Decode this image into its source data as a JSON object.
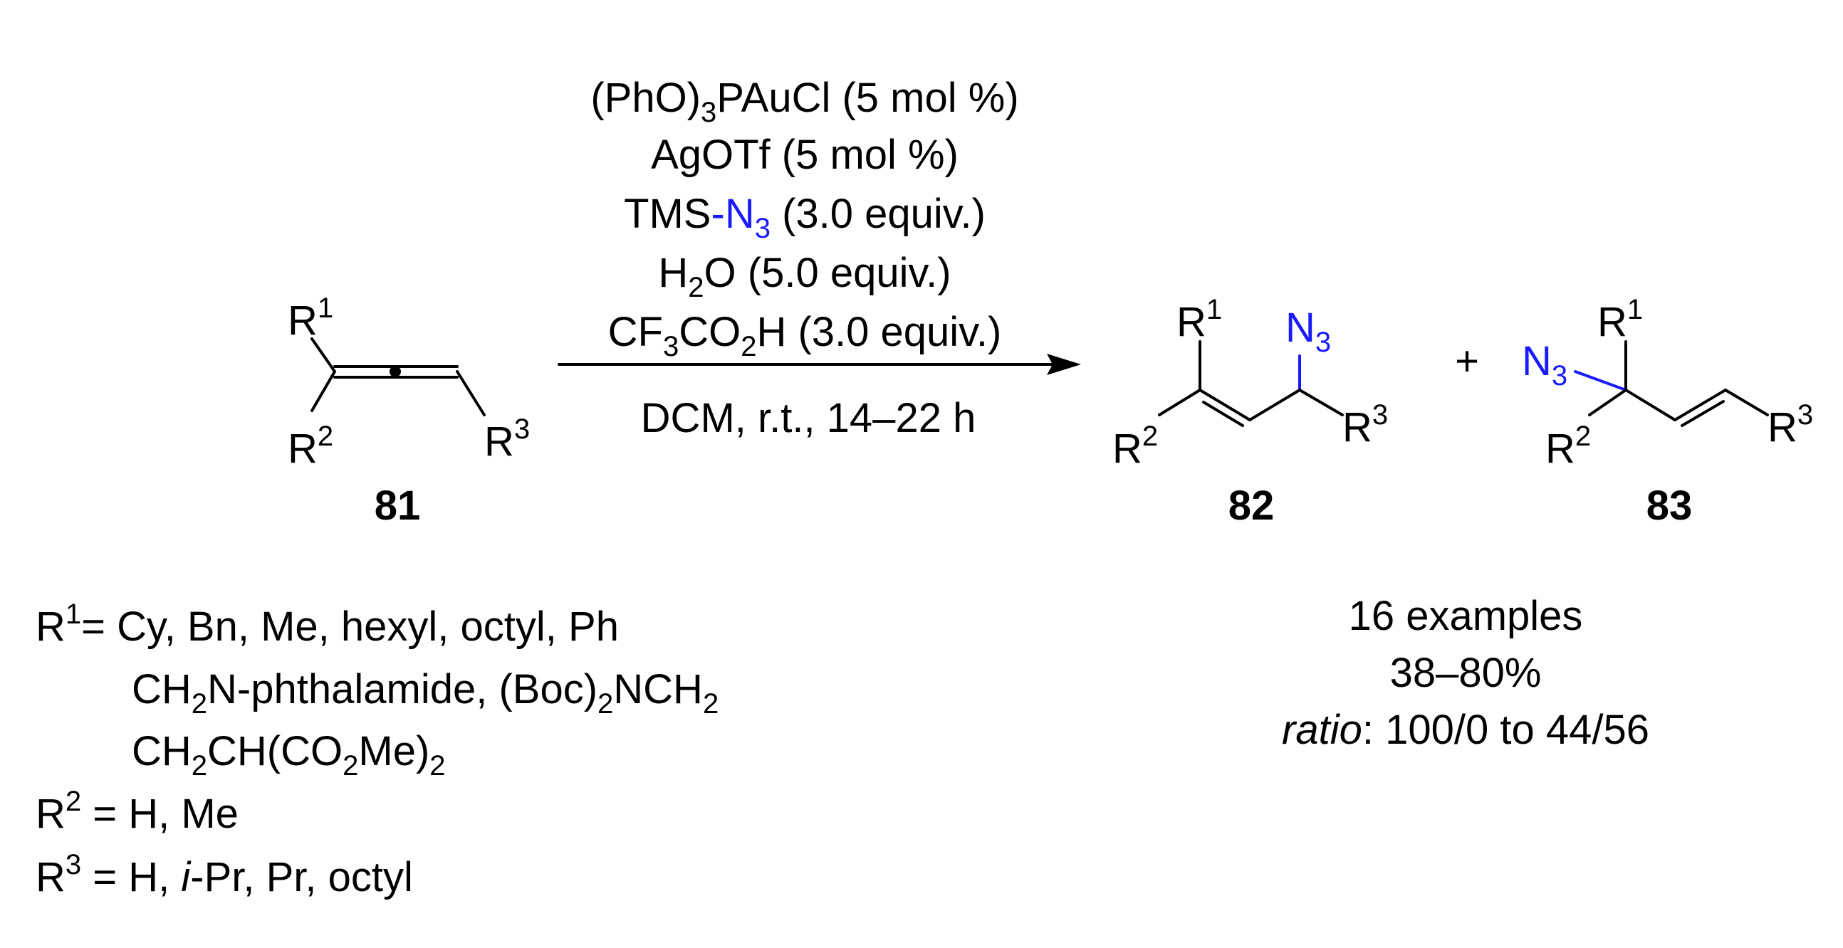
{
  "reaction": {
    "reagents": {
      "catalyst": {
        "text": "(PhO)",
        "sub": "3",
        "rest": "PAuCl (5 mol %)"
      },
      "cocatalyst": "AgOTf (5 mol %)",
      "azide_source": {
        "prefix": "TMS",
        "dash": "-",
        "n": "N",
        "sub": "3",
        "rest": " (3.0 equiv.)"
      },
      "water": {
        "h": "H",
        "sub": "2",
        "rest": "O (5.0 equiv.)"
      },
      "acid": {
        "a": "CF",
        "sub1": "3",
        "b": "CO",
        "sub2": "2",
        "c": "H (3.0 equiv.)"
      },
      "conditions": "DCM, r.t., 14–22 h"
    },
    "compounds": {
      "start": {
        "id": "81",
        "R1": "R",
        "R1sup": "1",
        "R2": "R",
        "R2sup": "2",
        "R3": "R",
        "R3sup": "3"
      },
      "product_a": {
        "id": "82",
        "R1": "R",
        "R1sup": "1",
        "R2": "R",
        "R2sup": "2",
        "R3": "R",
        "R3sup": "3",
        "N": "N",
        "Nsub": "3"
      },
      "product_b": {
        "id": "83",
        "R1": "R",
        "R1sup": "1",
        "R2": "R",
        "R2sup": "2",
        "R3": "R",
        "R3sup": "3",
        "N": "N",
        "Nsub": "3"
      },
      "plus": "+"
    },
    "substituents": {
      "r1_line1": {
        "r": "R",
        "sup": "1",
        "text": "= Cy, Bn, Me, hexyl, octyl, Ph"
      },
      "r1_line2": {
        "a": "CH",
        "sub1": "2",
        "b": "N-phthalamide, (Boc)",
        "sub2": "2",
        "c": "NCH",
        "sub3": "2"
      },
      "r1_line3": {
        "a": "CH",
        "sub1": "2",
        "b": "CH(CO",
        "sub2": "2",
        "c": "Me)",
        "sub3": "2"
      },
      "r2_line": {
        "r": "R",
        "sup": "2",
        "text": " = H, Me"
      },
      "r3_line": {
        "r": "R",
        "sup": "3",
        "a": " = H, ",
        "ipr": "i",
        "b": "-Pr, Pr, octyl"
      }
    },
    "results": {
      "examples": "16 examples",
      "yield": "38–80%",
      "ratio_label": "ratio",
      "ratio_value": ": 100/0 to 44/56"
    },
    "colors": {
      "azide": "#1a1aff",
      "text": "#000000"
    }
  }
}
